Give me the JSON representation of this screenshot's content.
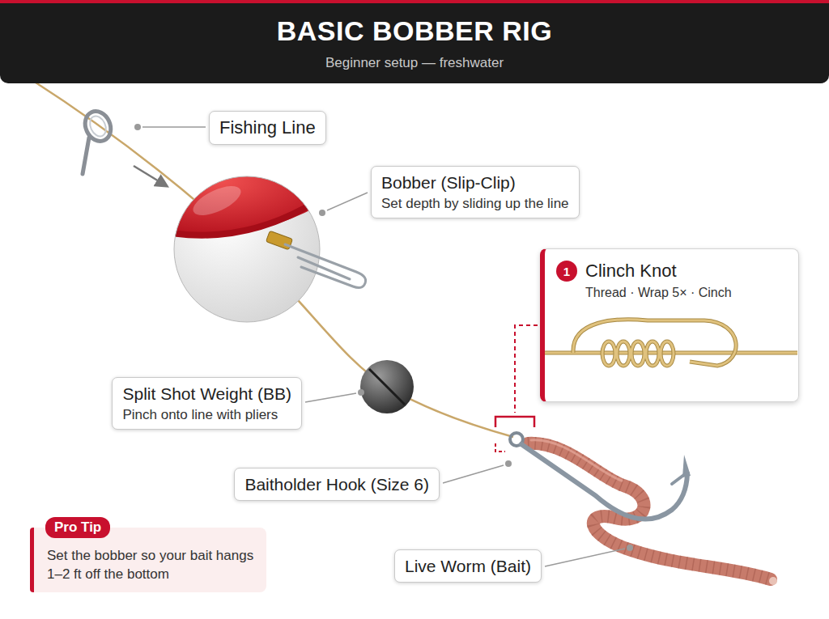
{
  "diagram": {
    "title": "BASIC BOBBER RIG",
    "nodes": [
      {
        "text": [
          "Fishing Line"
        ]
      },
      {
        "text": [
          "Bobber (Slip-Clip)",
          "Set depth by sliding up the line"
        ]
      },
      {
        "text": [
          "Clinch Knot",
          "Thread · Wrap 5× · Cinch"
        ]
      },
      {
        "text": [
          "1"
        ],
        "in": 2
      },
      {
        "text": [
          "Split Shot Weight (BB)",
          "Pinch onto line with pliers"
        ]
      },
      {
        "text": [
          "Baitholder Hook (Size 6)"
        ]
      },
      {
        "text": [
          "Set the bobber so your bait hangs 1–2 ft off the bottom"
        ]
      },
      {
        "text": [
          "Pro Tip"
        ],
        "in": 6
      },
      {
        "text": [
          "Live Worm (Bait)"
        ]
      }
    ],
    "labels": [
      "Beginner setup — freshwater"
    ]
  }
}
